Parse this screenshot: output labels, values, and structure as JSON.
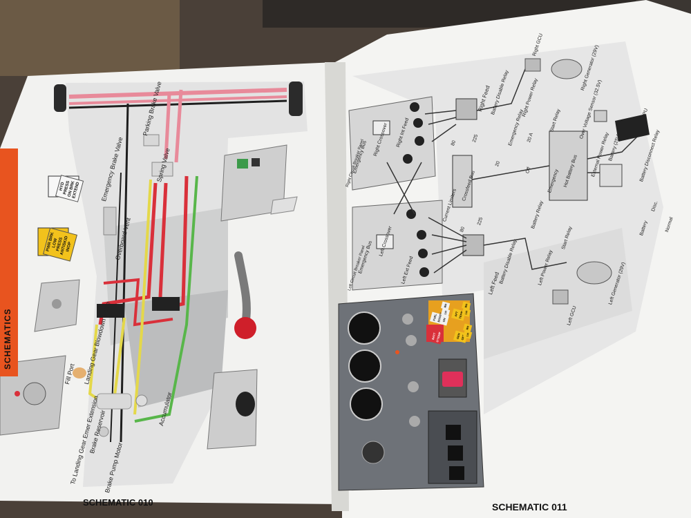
{
  "section_tab": "SCHEMATICS",
  "left_page": {
    "caption": "SCHEMATIC 010",
    "annunciators": [
      "HYD PRESS ON BRK EXTEND",
      "PWR BRK LOW PRESS ANTISKID INOP"
    ],
    "labels": {
      "parking_brake_valve": "Parking Brake Valve",
      "spring_valve": "Spring Valve",
      "emergency_brake_valve": "Emergency Brake Valve",
      "overboard_vent": "Overboard Vent",
      "fill_port": "Fill Port",
      "blowdown": "Landing Gear Blowdown Bottle",
      "accumulator": "Accumulator",
      "emer_extension": "To Landing Gear Emer Extension",
      "brake_reservoir": "Brake Reservoir",
      "brake_pump": "Brake Pump Motor"
    }
  },
  "right_page": {
    "caption": "SCHEMATIC 011",
    "labels": {
      "right_gcu": "Right GCU",
      "right_generator": "Right Generator (29V)",
      "right_feed": "Right Feed",
      "battery_disable_relay_r": "Battery Disable Relay",
      "right_power_relay": "Right Power Relay",
      "start_relay_r": "Start Relay",
      "emergency_relay": "Emergency Relay",
      "over_voltage_sensor": "Over Voltage Sensor (32.5V)",
      "epu": "EPU",
      "external_power_relay": "External Power Relay",
      "battery": "Battery (25V)",
      "battery_disconnect_relay": "Battery Disconnect Relay",
      "hot_battery_bus": "Hot Battery Bus",
      "crossfeed_bus": "Crossfeed Bus",
      "emergency_bus_r": "Emergency Bus",
      "right_crossover": "Right Crossover",
      "right_int_feed": "Right Int Feed",
      "right_cb_panel": "Right Circuit Breaker Panel",
      "left_cb_panel": "Left Circuit Breaker Panel",
      "emergency_bus_l": "Emergency Bus",
      "left_crossover": "Left Crossover",
      "left_ext_feed": "Left Ext Feed",
      "current_limiters": "Current Limiters",
      "left_feed": "Left Feed",
      "battery_disable_relay_l": "Battery Disable Relay",
      "left_power_relay": "Left Power Relay",
      "start_relay_l": "Start Relay",
      "battery_relay": "Battery Relay",
      "left_gcu": "Left GCU",
      "left_generator": "Left Generator (29V)",
      "battery_switch": "Battery",
      "normal": "Normal",
      "disc": "Disc.",
      "off": "Off",
      "emergency": "Emergency"
    },
    "limiter_values": [
      "80",
      "225",
      "80",
      "225",
      "20",
      "20 A"
    ],
    "annunciators": [
      "FUEL BOOST ON",
      "LH",
      "RH",
      "AFT TEMP",
      "LH",
      "RH",
      "GEN OFF",
      "LH",
      "RH",
      "BATT O'TEMP"
    ]
  },
  "colors": {
    "orange_tab": "#e8541f",
    "red_line": "#d9303a",
    "pink_line": "#e88a9a",
    "yellow_line": "#e4d84a",
    "green_line": "#58b64a",
    "black_line": "#1e1e1e",
    "panel_gray": "#6e7278"
  }
}
